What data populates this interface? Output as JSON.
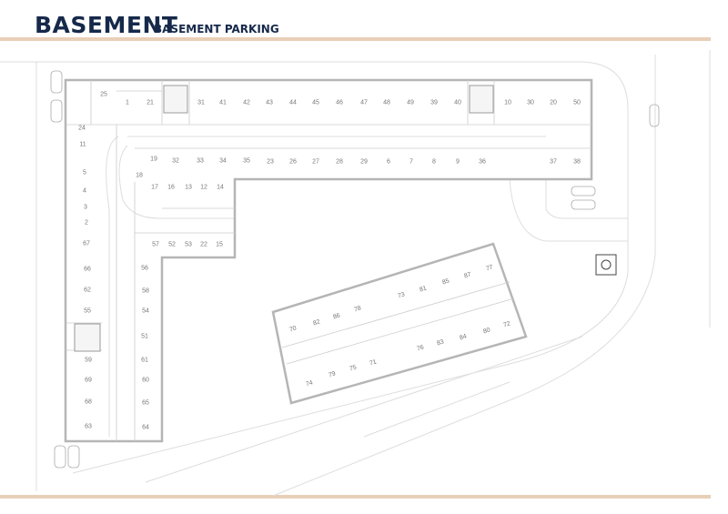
{
  "header": {
    "title": "BASEMENT",
    "subtitle": "BASEMENT PARKING"
  },
  "colors": {
    "title": "#16294a",
    "rule": "#e9cfb7",
    "walls": "#b5b5b5"
  },
  "spots": [
    "25",
    "1",
    "21",
    "31",
    "41",
    "42",
    "43",
    "44",
    "45",
    "46",
    "47",
    "48",
    "49",
    "39",
    "40",
    "10",
    "30",
    "20",
    "50",
    "24",
    "11",
    "5",
    "4",
    "3",
    "2",
    "67",
    "66",
    "62",
    "55",
    "59",
    "69",
    "68",
    "63",
    "19",
    "32",
    "33",
    "34",
    "35",
    "23",
    "26",
    "27",
    "28",
    "29",
    "6",
    "7",
    "8",
    "9",
    "36",
    "37",
    "38",
    "18",
    "17",
    "16",
    "13",
    "12",
    "14",
    "57",
    "52",
    "53",
    "22",
    "15",
    "56",
    "58",
    "54",
    "51",
    "61",
    "60",
    "65",
    "64",
    "70",
    "82",
    "86",
    "78",
    "73",
    "81",
    "85",
    "87",
    "77",
    "72",
    "80",
    "84",
    "83",
    "76",
    "71",
    "75",
    "79",
    "74"
  ]
}
